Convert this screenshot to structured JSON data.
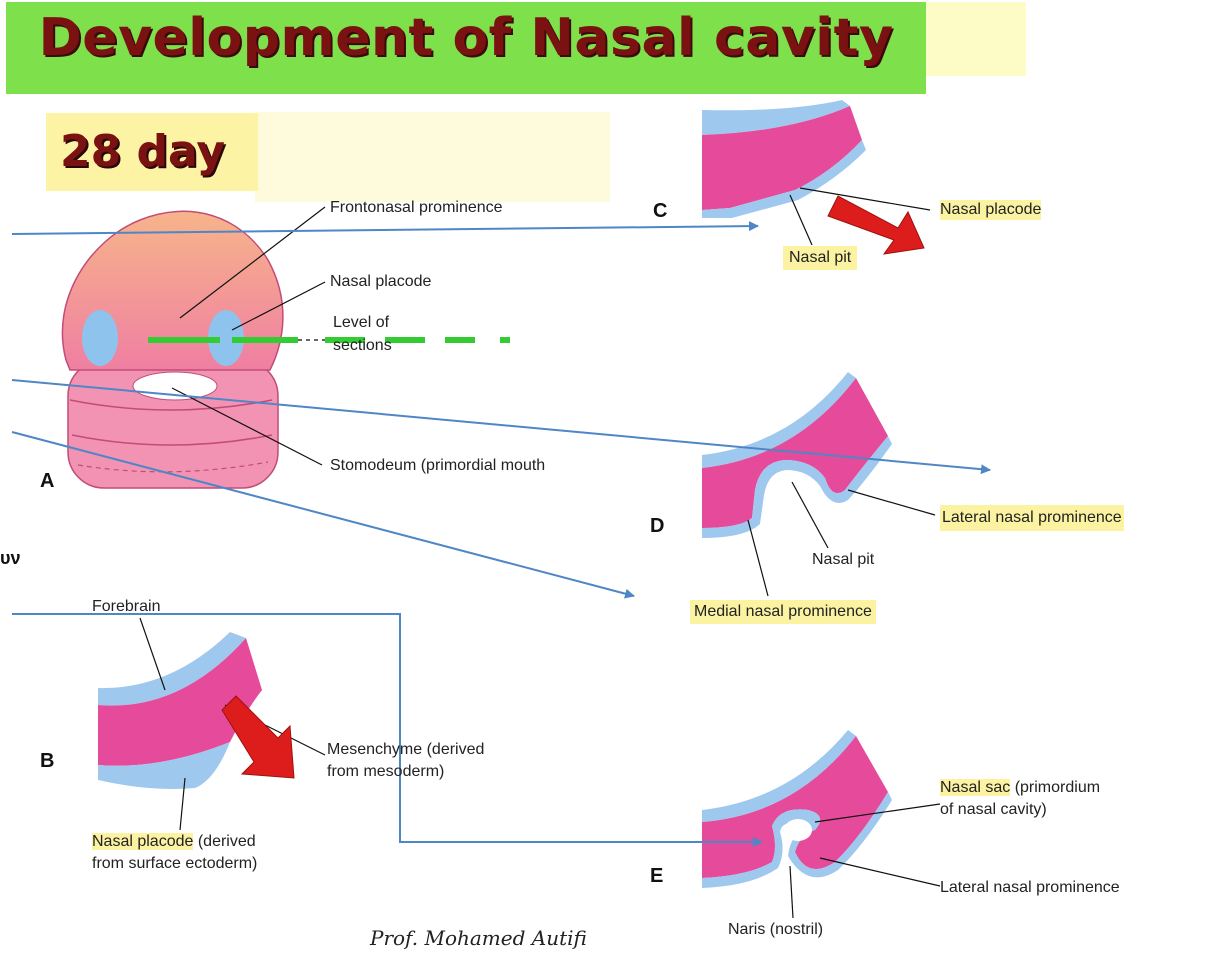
{
  "title": "Development of Nasal cavity",
  "day_label": "28 day",
  "panel_letters": [
    "A",
    "B",
    "C",
    "D",
    "E"
  ],
  "partial_text": "υν",
  "labels": {
    "frontonasal": "Frontonasal prominence",
    "nasal_placode_a": "Nasal placode",
    "level_1": "Level of",
    "level_2": "sections",
    "stomodeum": "Stomodeum (primordial mouth",
    "forebrain": "Forebrain",
    "mesenchyme_1": "Mesenchyme (derived",
    "mesenchyme_2": "from mesoderm)",
    "placode_b_hl": "Nasal placode",
    "placode_b_rest": " (derived",
    "placode_b_2": "from surface ectoderm)",
    "c_placode": "Nasal placode",
    "c_pit": "Nasal pit",
    "d_lateral": "Lateral nasal prominence",
    "d_pit": "Nasal pit",
    "d_medial": "Medial nasal prominence",
    "e_sac_hl": "Nasal sac",
    "e_sac_rest": " (primordium",
    "e_sac_2": "of nasal cavity)",
    "e_lateral": "Lateral nasal prominence",
    "e_naris": "Naris (nostril)"
  },
  "signature": "Prof. Mohamed Autifi",
  "colors": {
    "title_band": "#7ee04a",
    "title_text": "#7a1212",
    "highlight": "#fbf3a2",
    "mesenchyme": "#e64a9a",
    "ectoderm": "#9fc8ee",
    "connector": "#4f86c6",
    "level_line": "#33cc33",
    "red_arrow": "#dd1c1c"
  }
}
